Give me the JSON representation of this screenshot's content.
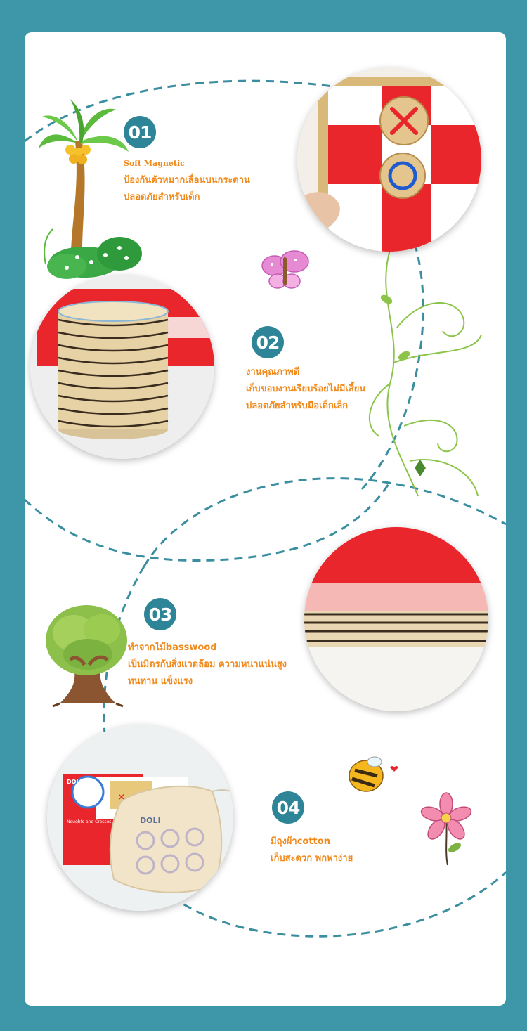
{
  "colors": {
    "frame": "#3d97a8",
    "badge": "#2d8597",
    "text": "#f08a1c",
    "dash": "#3a8ea0",
    "red": "#e8262b",
    "wood": "#e8d4a8"
  },
  "features": [
    {
      "number": "01",
      "title": "Soft Magnetic",
      "lines": [
        "ป้องกันตัวหมากเลื่อนบนกระดาน",
        "ปลอดภัยสำหรับเด็ก"
      ]
    },
    {
      "number": "02",
      "title": "",
      "lines": [
        "งานคุณภาพดี",
        "เก็บขอบงานเรียบร้อยไม่มีเสี้ยน",
        "ปลอดภัยสำหรับมือเด็กเล็ก"
      ]
    },
    {
      "number": "03",
      "title": "ทำจากไม้basswood",
      "lines": [
        "เป็นมิตรกับสิ่งแวดล้อม ความหนาแน่นสูง",
        "ทนทาน แข็งแรง"
      ]
    },
    {
      "number": "04",
      "title": "มีถุงผ้าcotton",
      "lines": [
        "เก็บสะดวก พกพาง่าย"
      ]
    }
  ],
  "product": {
    "brand": "DOLI",
    "box_title": "Noughts and Crosses"
  },
  "icons": [
    "palm-tree-icon",
    "butterfly-icon",
    "vine-icon",
    "tree-icon",
    "bee-icon",
    "flower-icon"
  ]
}
